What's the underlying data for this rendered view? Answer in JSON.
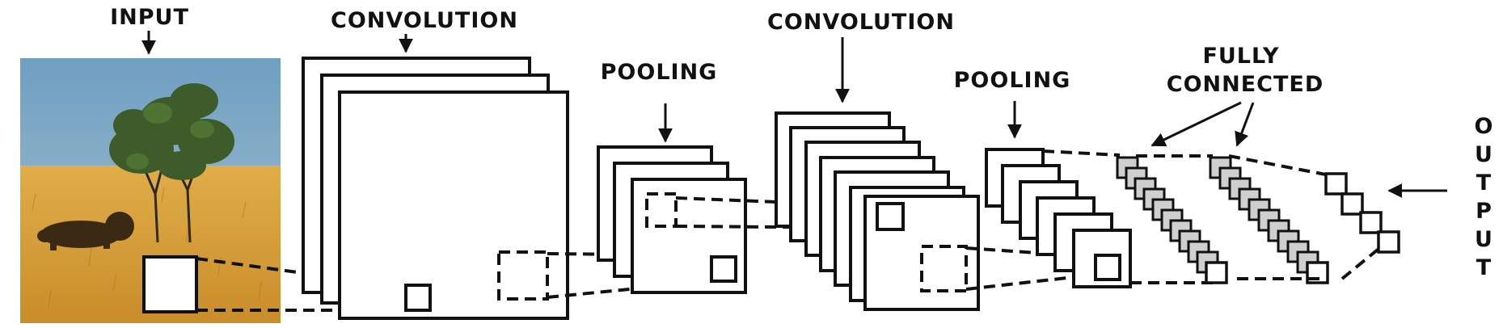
{
  "labels": {
    "input": "INPUT",
    "convolution_1": "CONVOLUTION",
    "pooling_1": "POOLING",
    "convolution_2": "CONVOLUTION",
    "pooling_2": "POOLING",
    "fully_connected_line1": "FULLY",
    "fully_connected_line2": "CONNECTED",
    "output_letters": [
      "O",
      "U",
      "T",
      "P",
      "U",
      "T"
    ]
  },
  "colors": {
    "sky": "#7fa8c4",
    "grass": "#d9a23a",
    "tree": "#3d5a2a",
    "stroke": "#111111"
  },
  "icons": {
    "input_image": "savanna-lion-tree-photo"
  }
}
